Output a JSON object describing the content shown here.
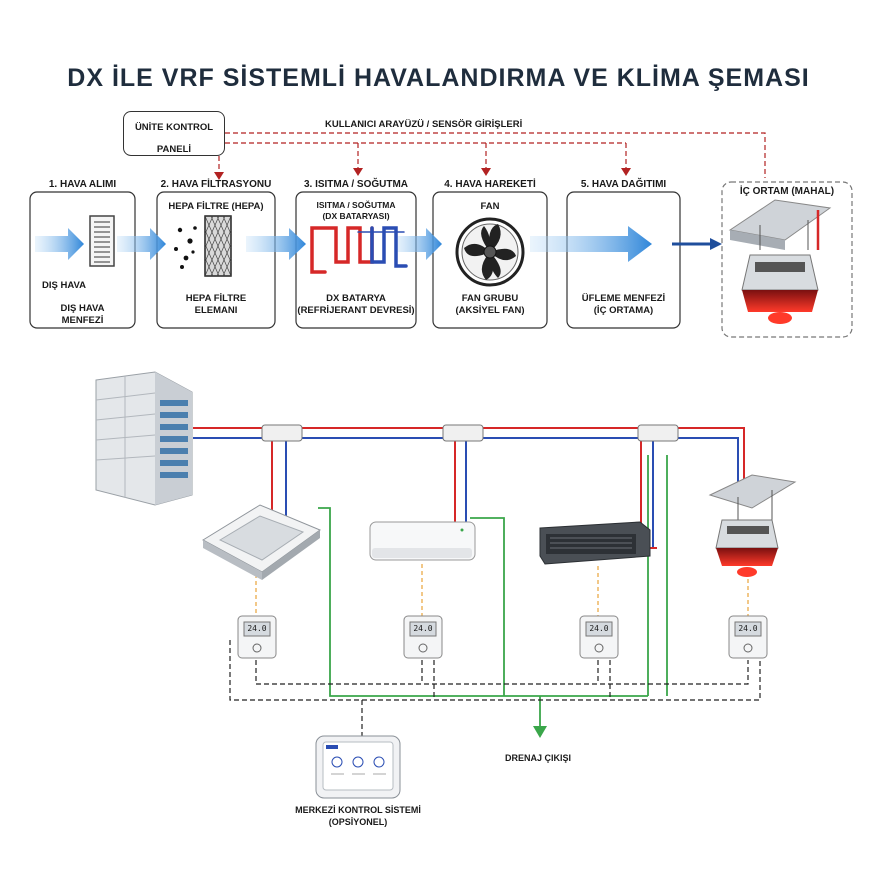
{
  "title": "DX İLE VRF SİSTEMLİ HAVALANDIRMA VE KLİMA ŞEMASI",
  "control_panel": {
    "line1": "ÜNİTE KONTROL",
    "line2": "PANELİ"
  },
  "user_interface_label": "KULLANICI ARAYÜZÜ / SENSÖR GİRİŞLERİ",
  "steps": [
    {
      "title": "1. HAVA ALIMI",
      "top": "",
      "bottom": [
        "DIŞ HAVA",
        "MENFEZİ"
      ],
      "side": "DIŞ HAVA"
    },
    {
      "title": "2. HAVA FİLTRASYONU",
      "top": "HEPA FİLTRE (HEPA)",
      "bottom": [
        "HEPA FİLTRE",
        "ELEMANI"
      ]
    },
    {
      "title": "3. ISITMA / SOĞUTMA",
      "top": "ISITMA / SOĞUTMA",
      "top2": "(DX BATARYASI)",
      "bottom": [
        "DX BATARYA",
        "(REFRİJERANT DEVRESİ)"
      ]
    },
    {
      "title": "4. HAVA HAREKETİ",
      "top": "FAN",
      "bottom": [
        "FAN GRUBU",
        "(AKSİYEL FAN)"
      ]
    },
    {
      "title": "5. HAVA DAĞITIMI",
      "top": "",
      "bottom": [
        "ÜFLEME MENFEZİ",
        "(İÇ ORTAMA)"
      ]
    }
  ],
  "indoor_space_label": "İÇ ORTAM (MAHAL)",
  "thermostat_display": "24.0",
  "central_control": {
    "line1": "MERKEZİ KONTROL SİSTEMİ",
    "line2": "(OPSİYONEL)"
  },
  "drain_label": "DRENAJ ÇIKIŞI",
  "colors": {
    "hot_line": "#d62828",
    "cold_line": "#2a4db3",
    "drain_line": "#3aa64a",
    "control_dashed": "#b22222",
    "signal_dashed": "#e8a33a",
    "air_arrow": "#3b8fd9",
    "air_dark": "#1f4e9c"
  }
}
